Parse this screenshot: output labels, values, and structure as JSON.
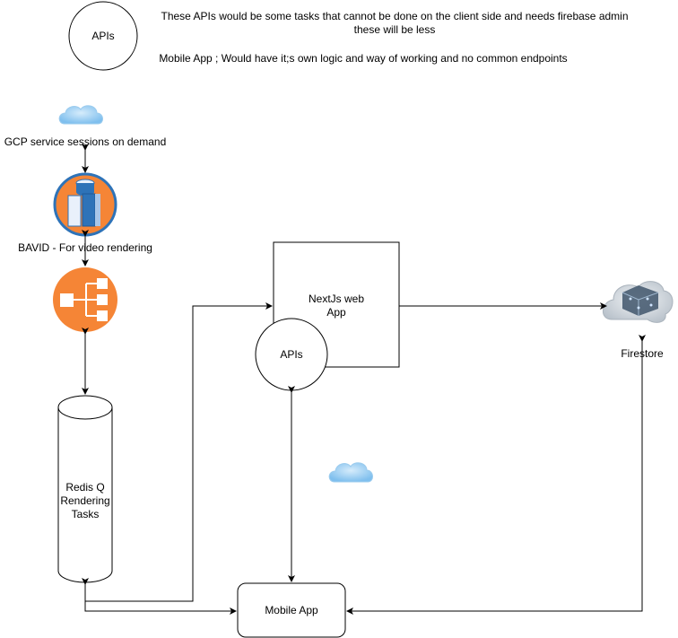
{
  "legend": {
    "circle_label": "APIs",
    "note_line1": "These APIs would be some tasks that cannot be done on the client side and needs firebase admin",
    "note_line2": "these will be less",
    "mobile_note": "Mobile App ; Would have it;s own logic and way of working and no common endpoints"
  },
  "gcp": {
    "label": "GCP service sessions on demand",
    "icon": "cloud-icon"
  },
  "bavid": {
    "label": "BAVID - For video rendering",
    "icon": "server-icon"
  },
  "balancer": {
    "icon": "load-balancer-icon"
  },
  "redis": {
    "line1": "Redis Q",
    "line2": "Rendering",
    "line3": "Tasks"
  },
  "nextjs": {
    "line1": "NextJs web",
    "line2": "App"
  },
  "apis": {
    "label": "APIs"
  },
  "firestore": {
    "label": "Firestore",
    "icon": "firestore-cloud-icon"
  },
  "mobile": {
    "label": "Mobile App"
  },
  "colors": {
    "orange": "#F58536",
    "blue": "#2E73B8",
    "cloud": "#8DC7F0",
    "stroke": "#000000"
  }
}
